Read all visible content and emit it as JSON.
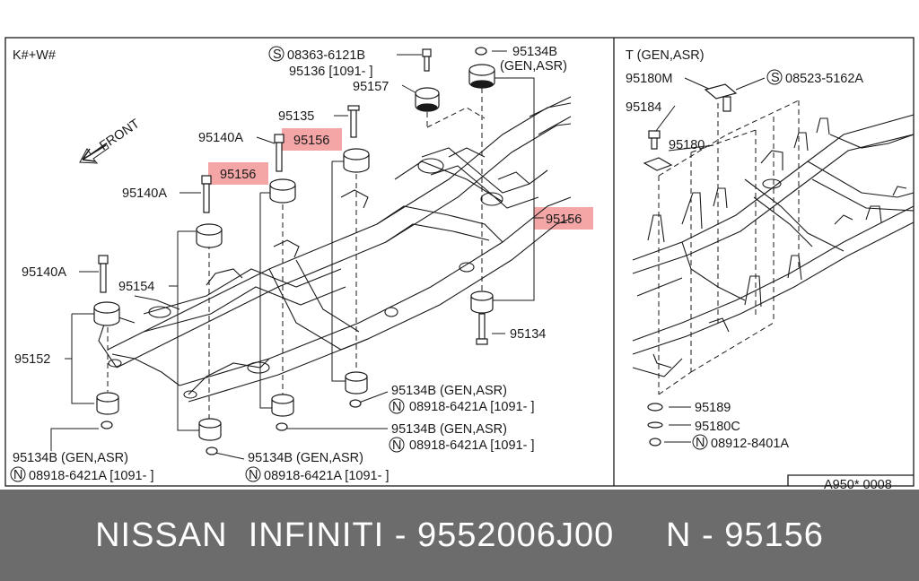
{
  "left_panel": {
    "code": "K#+W#",
    "front_label": "FRONT",
    "labels": {
      "bolt_s_top": "08363-6121B",
      "p95136": "95136 [1091-     ]",
      "p95134b_top": "95134B",
      "gen_asr_top": "(GEN,ASR)",
      "p95157": "95157",
      "p95135": "95135",
      "p95140a_1": "95140A",
      "p95156_1": "95156",
      "p95140a_2": "95140A",
      "p95156_2": "95156",
      "p95156_3": "95156",
      "p95140a_3": "95140A",
      "p95154": "95154",
      "p95152": "95152",
      "p95134": "95134",
      "p95134b_gen_1": "95134B (GEN,ASR)",
      "n_1091_1": "08918-6421A [1091-      ]",
      "p95134b_gen_2": "95134B (GEN,ASR)",
      "n_1091_2": "08918-6421A [1091-      ]",
      "p95134b_gen_3": "95134B (GEN,ASR)",
      "n_1091_3": "08918-6421A [1091-     ]",
      "p95134b_gen_4": "95134B (GEN,ASR)",
      "n_1091_4": "08918-6421A [1091-     ]"
    }
  },
  "right_panel": {
    "code": "T (GEN,ASR)",
    "labels": {
      "p95180m": "95180M",
      "bolt_s": "08523-5162A",
      "p95184": "95184",
      "p95180": "95180",
      "p95189": "95189",
      "p95180c": "95180C",
      "nut_n": "08912-8401A"
    }
  },
  "symbols": {
    "s": "S",
    "n": "N"
  },
  "ref_code": "A950* 0008",
  "highlight_color": "#f4a6a6",
  "banner": {
    "text": "NISSAN  INFINITI - 9552006J00     N - 95156"
  }
}
